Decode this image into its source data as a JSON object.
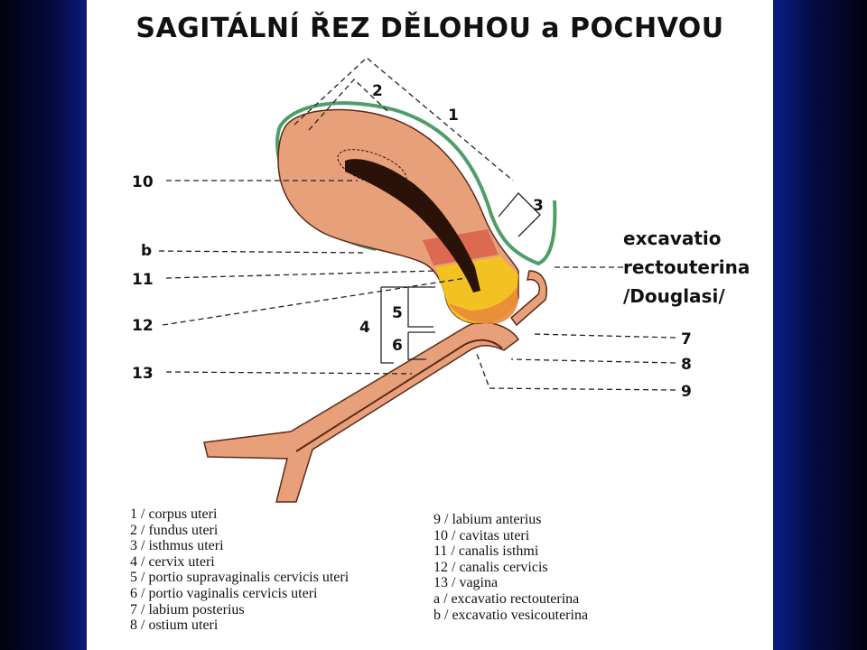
{
  "title": "SAGITÁLNÍ ŘEZ DĚLOHOU a POCHVOU",
  "labels": {
    "l1": "1",
    "l2": "2",
    "l3": "3",
    "l4": "4",
    "l5": "5",
    "l6": "6",
    "l7": "7",
    "l8": "8",
    "l9": "9",
    "l10": "10",
    "lb": "b",
    "l11": "11",
    "l12": "12",
    "l13": "13"
  },
  "annotation": [
    "excavatio",
    "rectouterina",
    "/Douglasi/"
  ],
  "legend_left": [
    "1 / corpus uteri",
    "2 / fundus uteri",
    "3 / isthmus uteri",
    "4 / cervix uteri",
    "5 / portio supravaginalis cervicis uteri",
    "6 / portio vaginalis cervicis uteri",
    "7 / labium posterius",
    "8 / ostium uteri"
  ],
  "legend_right": [
    "9 / labium anterius",
    "10 / cavitas uteri",
    "11 / canalis isthmi",
    "12 / canalis cervicis",
    "13 / vagina",
    "a / excavatio rectouterina",
    "b / excavatio vesicouterina"
  ],
  "colors": {
    "tissue": "#e8a07a",
    "peritoneum": "#4f9e6a",
    "isthmus": "#d9604a",
    "cervix": "#f2c518",
    "cavity": "#2a1208"
  }
}
